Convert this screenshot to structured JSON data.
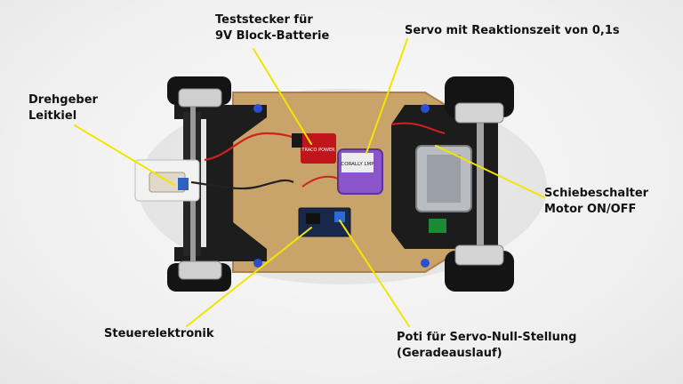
{
  "colors": {
    "callout_line": "#f2e600",
    "baseplate": "#c9a46a",
    "chassis": "#1d1d1d",
    "tire": "#141414",
    "servo": "#8a55c8",
    "power_module": "#c0161b"
  },
  "labels": {
    "teststecker": {
      "line1": "Teststecker für",
      "line2": "9V Block-Batterie"
    },
    "servo": {
      "line1": "Servo mit Reaktionszeit von 0,1s"
    },
    "drehgeber": {
      "line1": "Drehgeber",
      "line2": "Leitkiel"
    },
    "schiebeschalter": {
      "line1": "Schiebeschalter",
      "line2": "Motor ON/OFF"
    },
    "steuerelektronik": {
      "line1": "Steuerelektronik"
    },
    "poti": {
      "line1": "Poti für Servo-Null-Stellung",
      "line2": "(Geradeauslauf)"
    }
  },
  "parts": {
    "servo_brand": "CORALLY LMP",
    "power_module_text": "TRACO POWER"
  }
}
